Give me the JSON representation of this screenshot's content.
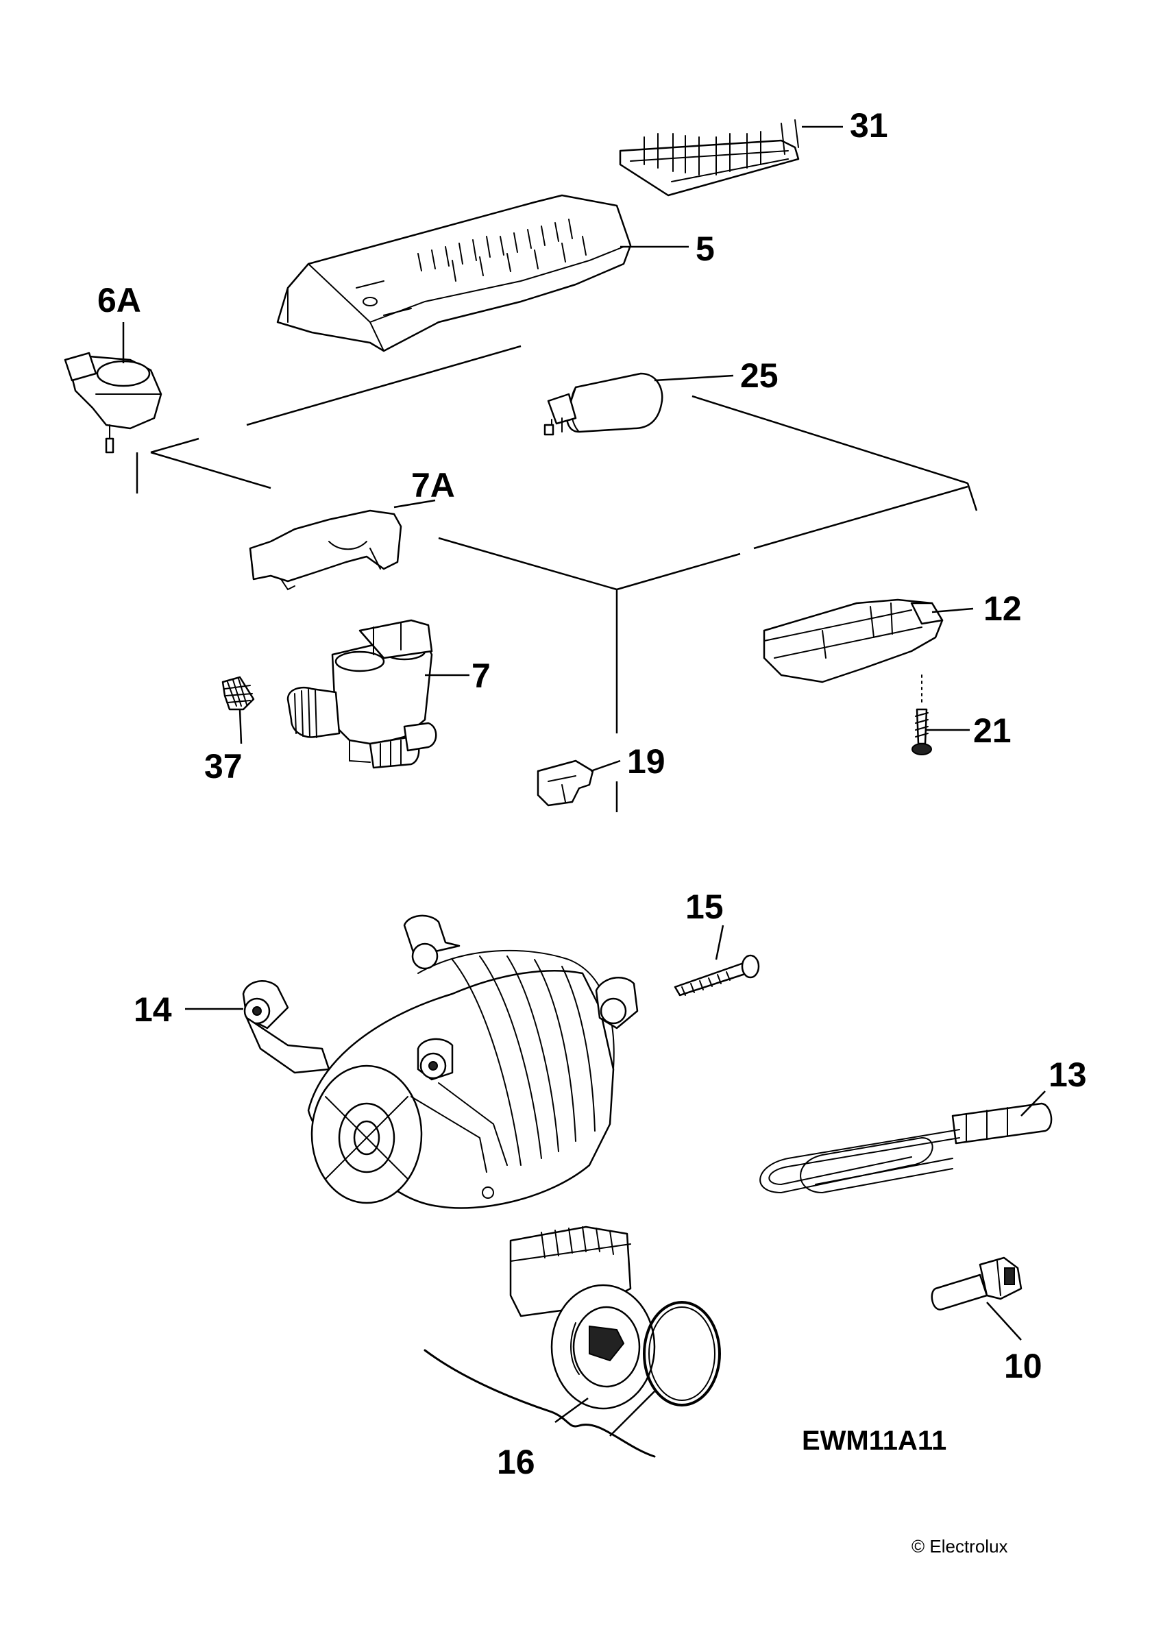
{
  "diagram": {
    "model_label": "EWM11A11",
    "copyright": "© Electrolux",
    "callouts": {
      "p31": "31",
      "p5": "5",
      "p6a": "6A",
      "p25": "25",
      "p7a": "7A",
      "p12": "12",
      "p7": "7",
      "p21": "21",
      "p37": "37",
      "p19": "19",
      "p15": "15",
      "p14": "14",
      "p13": "13",
      "p10": "10",
      "p16": "16"
    }
  }
}
